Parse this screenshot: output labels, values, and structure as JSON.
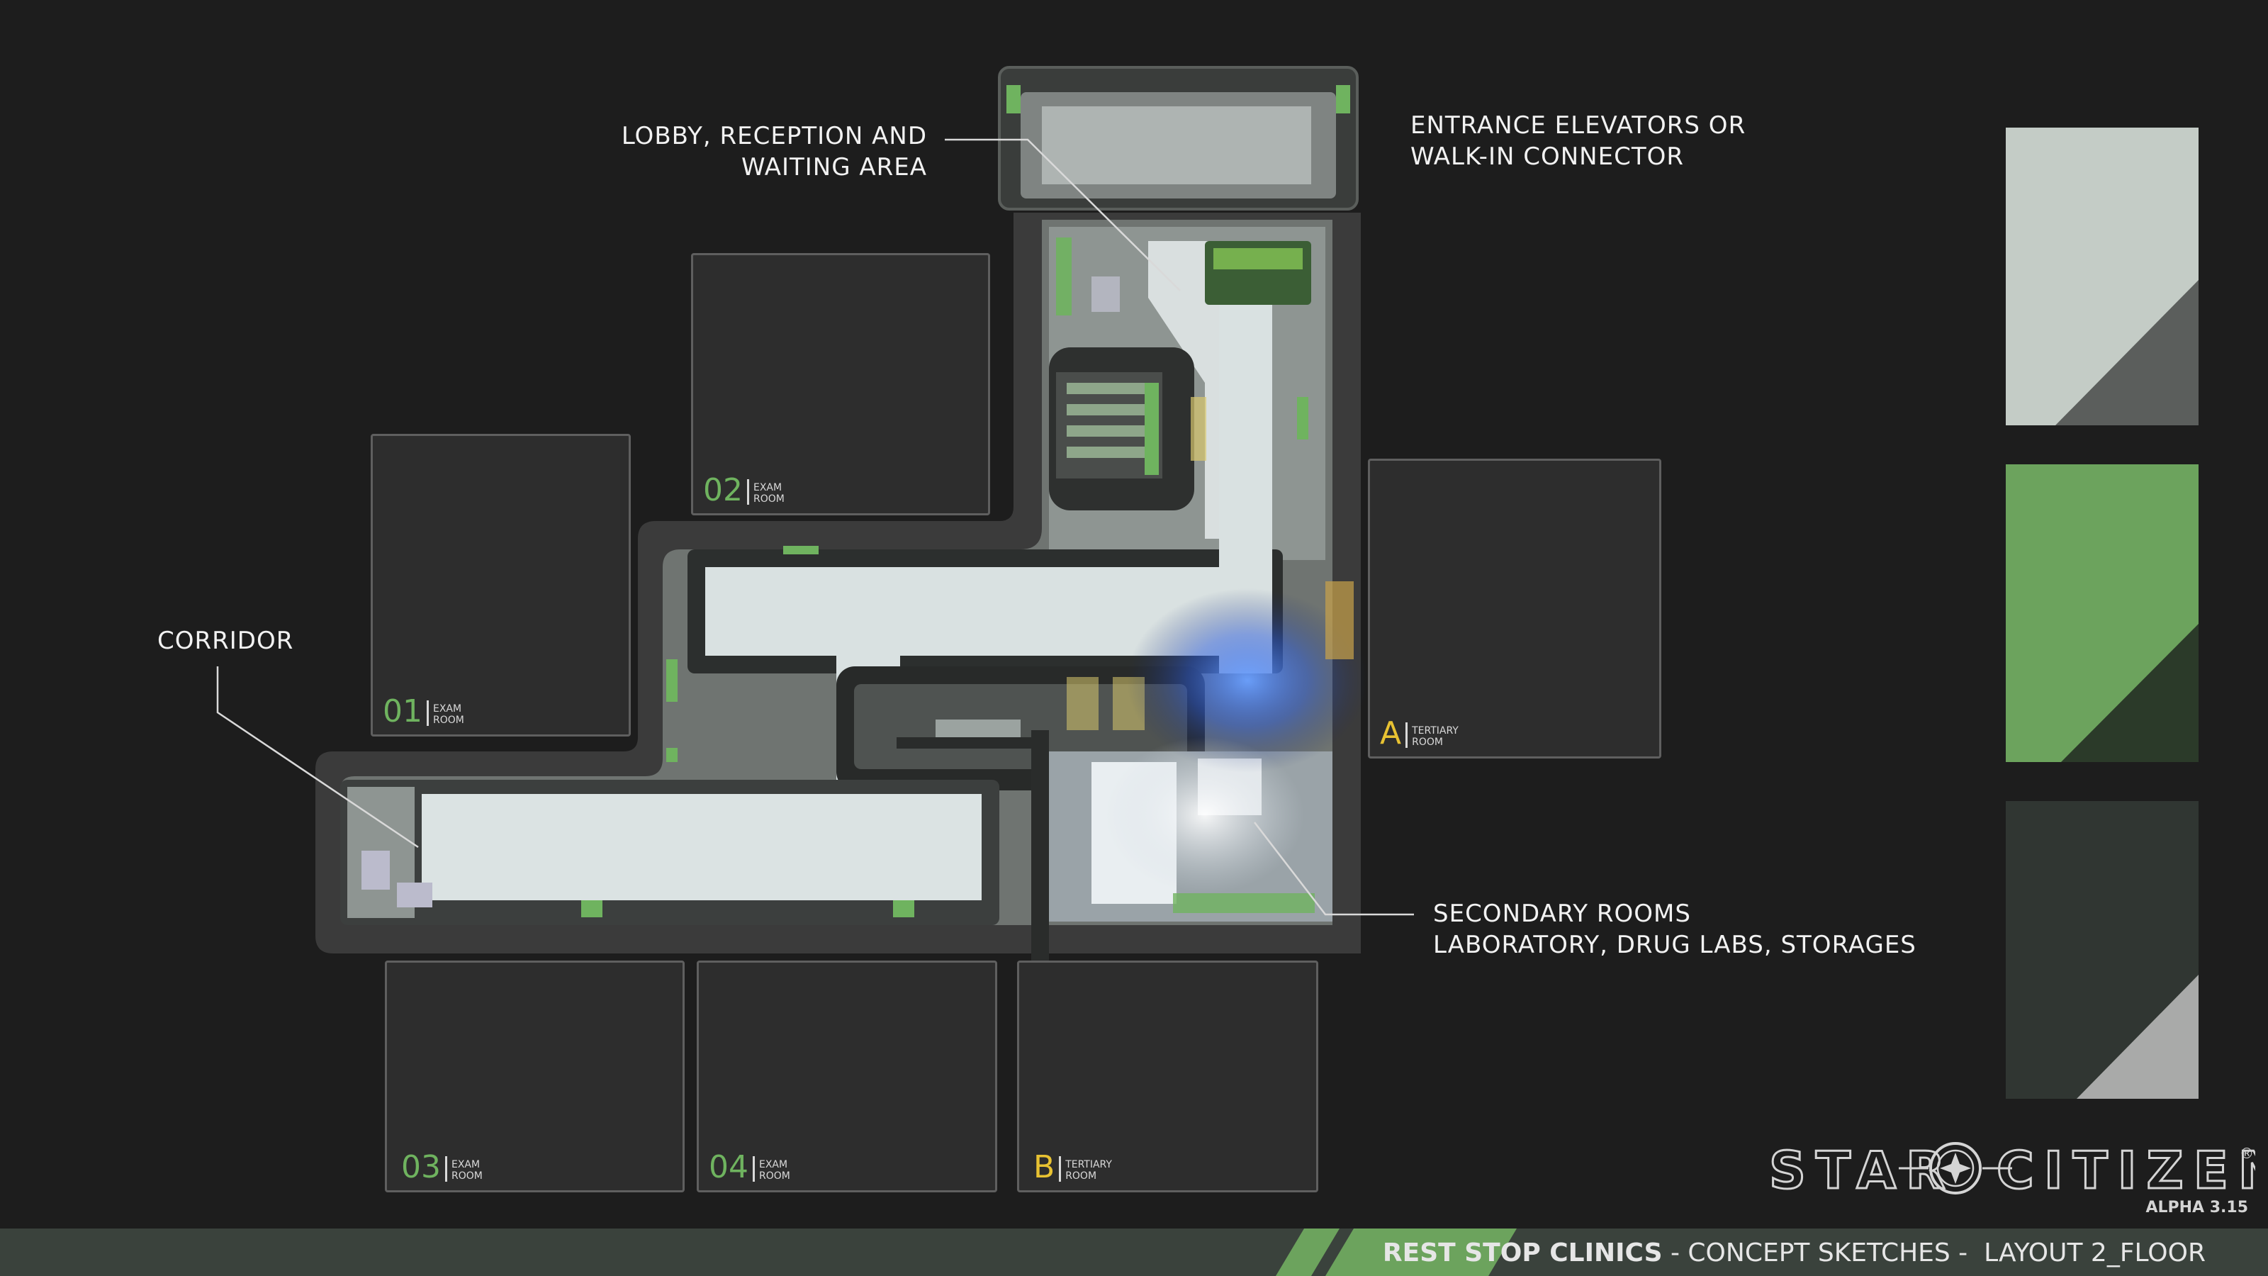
{
  "callouts": {
    "lobby_line1": "LOBBY, RECEPTION AND",
    "lobby_line2": "WAITING AREA",
    "entrance_line1": "ENTRANCE ELEVATORS OR",
    "entrance_line2": "WALK-IN CONNECTOR",
    "corridor": "CORRIDOR",
    "secondary_line1": "SECONDARY ROOMS",
    "secondary_line2": "LABORATORY, DRUG LABS, STORAGES"
  },
  "rooms": [
    {
      "num": "01",
      "type_line1": "EXAM",
      "type_line2": "ROOM"
    },
    {
      "num": "02",
      "type_line1": "EXAM",
      "type_line2": "ROOM"
    },
    {
      "num": "03",
      "type_line1": "EXAM",
      "type_line2": "ROOM"
    },
    {
      "num": "04",
      "type_line1": "EXAM",
      "type_line2": "ROOM"
    },
    {
      "num": "A",
      "type_line1": "TERTIARY",
      "type_line2": "ROOM"
    },
    {
      "num": "B",
      "type_line1": "TERTIARY",
      "type_line2": "ROOM"
    }
  ],
  "swatches": [
    {
      "name": "light",
      "main": "#c4ccc6",
      "corner": "#5b5e5c"
    },
    {
      "name": "green",
      "main": "#6ca35d",
      "corner": "#2b3a29"
    },
    {
      "name": "dark",
      "main": "#303632",
      "corner": "#a9aaa9"
    }
  ],
  "colors": {
    "background": "#1d1d1d",
    "room_fill": "#2d2d2d",
    "accent_green": "#6fb35f",
    "accent_yellow": "#e8c232",
    "footer_bar": "#3a423c"
  },
  "logo": {
    "left": "STAR",
    "right": "CITIZEN",
    "registered": "®",
    "version": "ALPHA 3.15"
  },
  "footer": {
    "title": "REST STOP CLINICS",
    "subtitle": " - CONCEPT SKETCHES -  LAYOUT 2_FLOOR"
  }
}
